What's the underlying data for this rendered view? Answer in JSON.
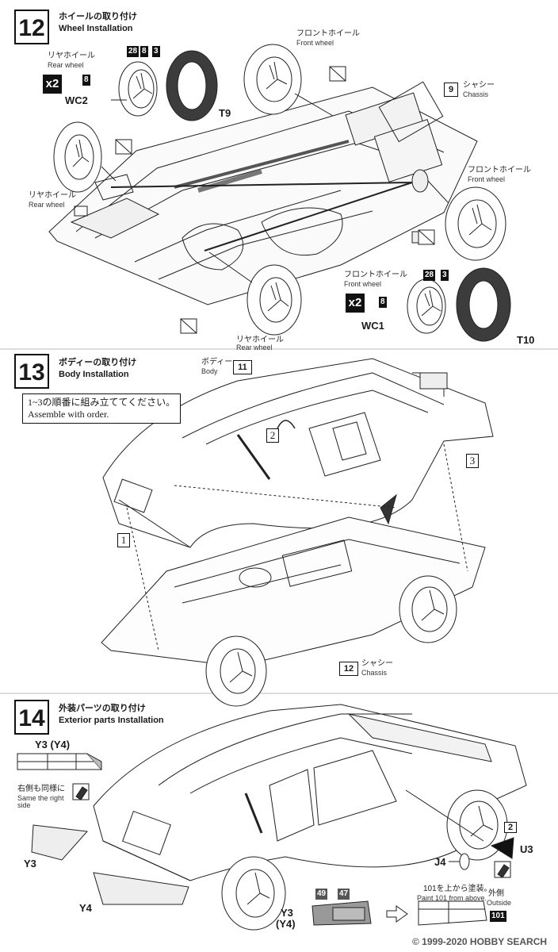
{
  "step12": {
    "number": "12",
    "title_jp": "ホイールの取り付け",
    "title_en": "Wheel Installation",
    "rear_wheel_jp": "リヤホイール",
    "rear_wheel_en": "Rear wheel",
    "front_wheel_jp": "フロントホイール",
    "front_wheel_en": "Front wheel",
    "chassis_part_no": "9",
    "chassis_jp": "シャシー",
    "chassis_en": "Chassis",
    "qty": "x2",
    "rear_parts": {
      "p28": "28",
      "p8": "8",
      "p3": "3",
      "p8b": "8",
      "wheel_cap": "WC2",
      "tire": "T9"
    },
    "front_parts": {
      "p28": "28",
      "p3": "3",
      "p8": "8",
      "wheel_cap": "WC1",
      "tire": "T10"
    }
  },
  "step13": {
    "number": "13",
    "title_jp": "ボディーの取り付け",
    "title_en": "Body Installation",
    "body_jp": "ボディー",
    "body_en": "Body",
    "body_part_no": "11",
    "note_jp": "1~3の順番に組み立ててください。",
    "note_en": "Assemble with order.",
    "seq": [
      "1",
      "2",
      "3"
    ],
    "chassis_part_no": "12",
    "chassis_jp": "シャシー",
    "chassis_en": "Chassis"
  },
  "step14": {
    "number": "14",
    "title_jp": "外装パーツの取り付け",
    "title_en": "Exterior parts Installation",
    "decal_label": "Y3 (Y4)",
    "same_jp": "右側も同様に",
    "same_en": "Same the right side",
    "y3": "Y3",
    "y4": "Y4",
    "y3y4_a": "Y3",
    "y3y4_b": "(Y4)",
    "paint_49": "49",
    "paint_47": "47",
    "p2": "2",
    "u3": "U3",
    "j4": "J4",
    "paint_note_jp": "101を上から塗装。",
    "paint_note_en": "Paint 101 from above.",
    "outside_jp": "外側",
    "outside_en": "Outside",
    "paint_101": "101"
  },
  "watermark": "© 1999-2020 HOBBY SEARCH"
}
